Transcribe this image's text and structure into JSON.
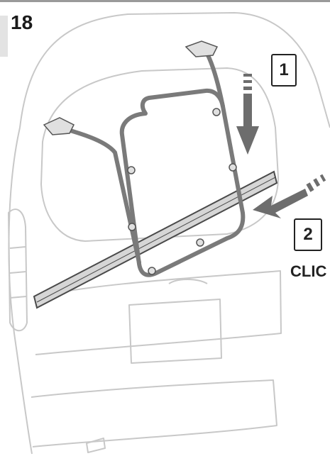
{
  "step": {
    "number": "18"
  },
  "callouts": [
    {
      "label": "1"
    },
    {
      "label": "2"
    }
  ],
  "click_label": "CLIC",
  "colors": {
    "outline": "#c8c8c8",
    "rack": "#7a7a7a",
    "arrow": "#6d6d6d",
    "rail": "#4a4a4a"
  }
}
